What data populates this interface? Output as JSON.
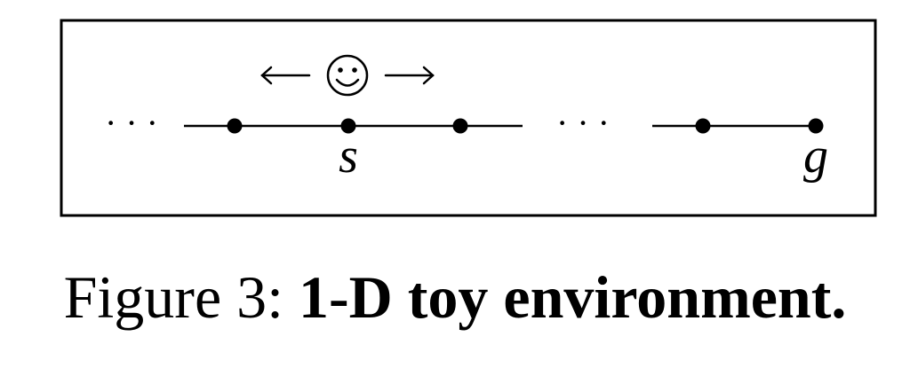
{
  "diagram": {
    "state_label": "s",
    "goal_label": "g",
    "ellipsis": "· · ·",
    "agent_icon": "smiley-face-icon",
    "move_left_icon": "arrow-left-icon",
    "move_right_icon": "arrow-right-icon",
    "colors": {
      "ink": "#000000",
      "background": "#ffffff"
    }
  },
  "caption": {
    "prefix": "Figure 3: ",
    "title": "1-D toy environment."
  }
}
